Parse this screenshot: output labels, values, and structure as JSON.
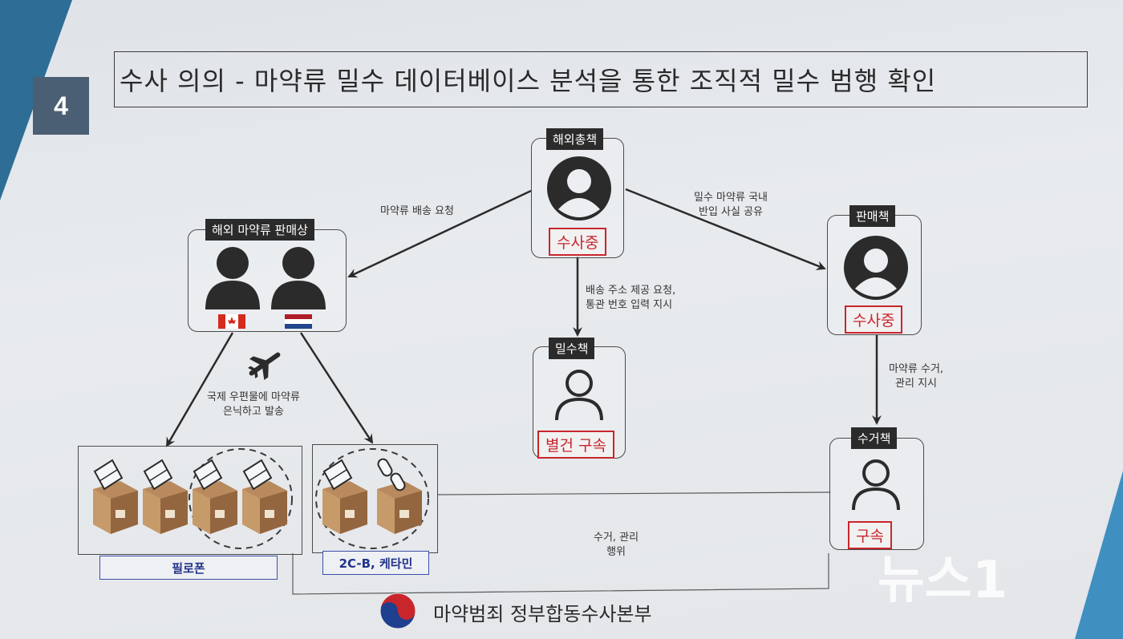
{
  "slide": {
    "section_number": "4",
    "title": "수사 의의 - 마약류 밀수 데이터베이스 분석을 통한 조직적 밀수 범행 확인"
  },
  "nodes": {
    "overseas_boss": {
      "label": "해외총책",
      "status": "수사중"
    },
    "overseas_dealers": {
      "label": "해외 마약류 판매상"
    },
    "seller": {
      "label": "판매책",
      "status": "수사중"
    },
    "smuggler": {
      "label": "밀수책",
      "status": "별건 구속"
    },
    "collector": {
      "label": "수거책",
      "status": "구속"
    }
  },
  "edges": {
    "drug_delivery_request": "마약류 배송 요청",
    "share_import_line1": "밀수 마약류 국내",
    "share_import_line2": "반입 사실 공유",
    "address_request_line1": "배송 주소 제공 요청,",
    "address_request_line2": "통관 번호 입력 지시",
    "collect_manage_line1": "마약류 수거,",
    "collect_manage_line2": "관리 지시",
    "intl_mail_line1": "국제 우편물에 마약류",
    "intl_mail_line2": "은닉하고 발송",
    "collection_line1": "수거, 관리",
    "collection_line2": "행위"
  },
  "drugs": {
    "group1_label": "필로폰",
    "group2_label": "2C-B, 케타민"
  },
  "footer": {
    "agency": "마약범죄 정부합동수사본부"
  },
  "watermark": {
    "text": "뉴스1"
  },
  "colors": {
    "status_red": "#c9262c",
    "drug_blue": "#3b4fa8",
    "slide_accent": "#2d6d96"
  }
}
